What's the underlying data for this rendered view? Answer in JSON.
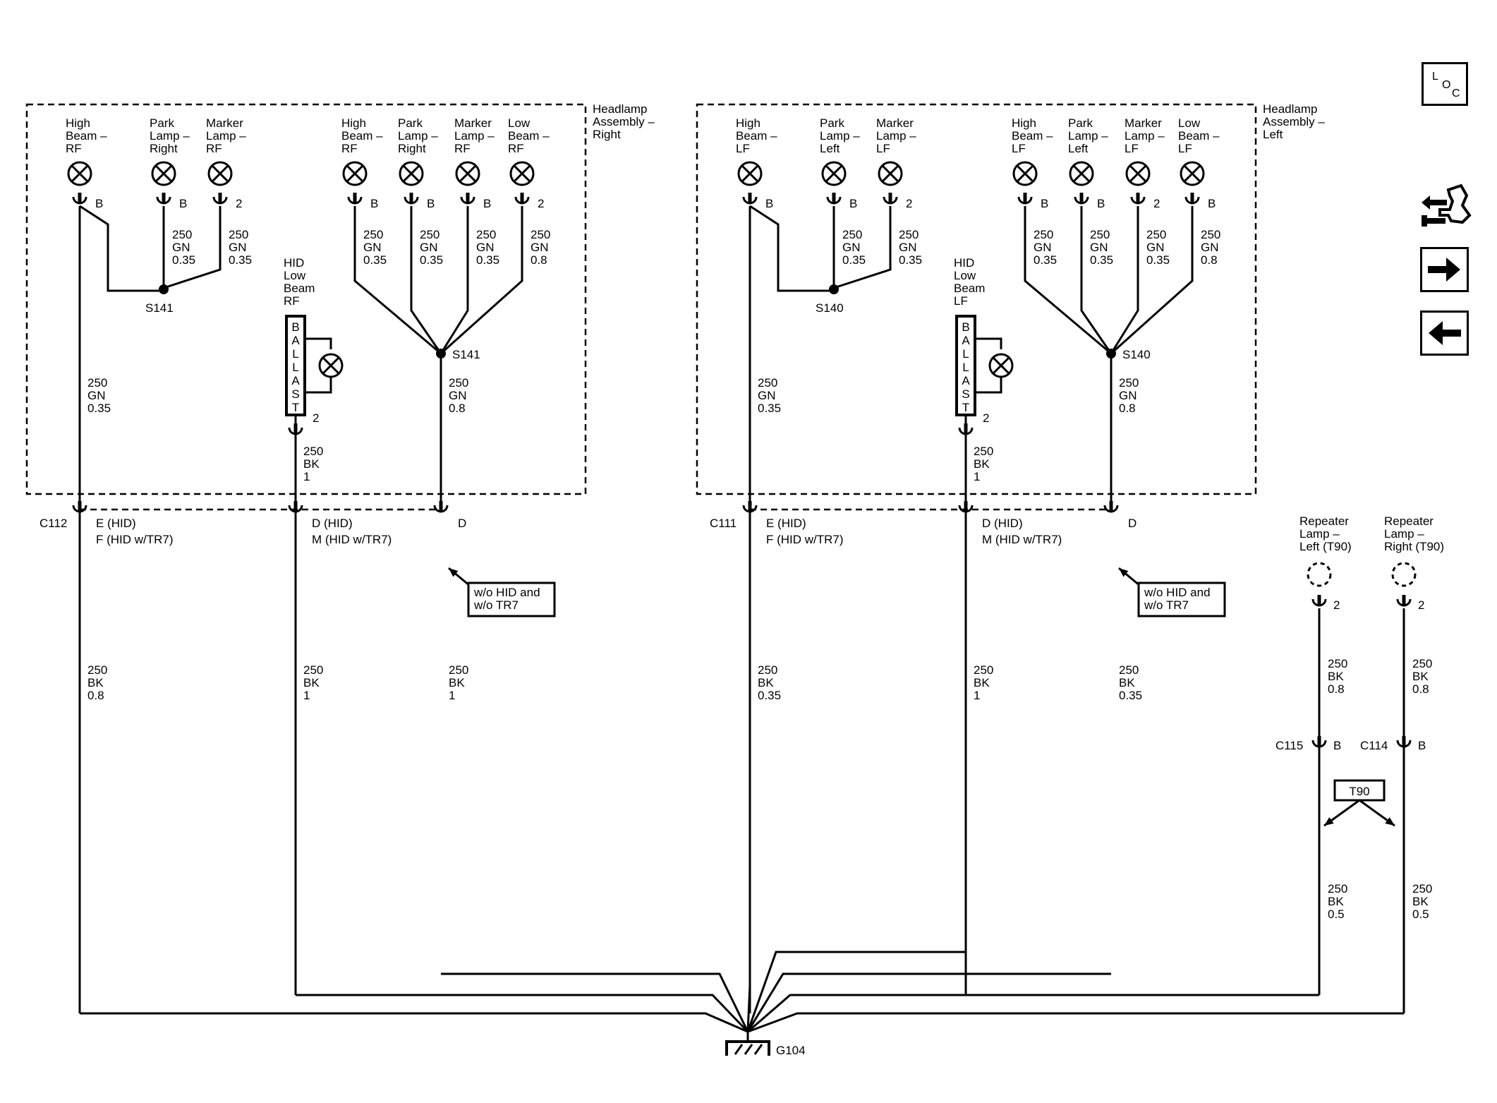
{
  "right_assembly": {
    "title": [
      "Headlamp",
      "Assembly –",
      "Right"
    ],
    "lamps": [
      {
        "label": [
          "High",
          "Beam –",
          "RF"
        ],
        "pin": "B",
        "wire": [
          "250",
          "GN",
          "0.35"
        ]
      },
      {
        "label": [
          "Park",
          "Lamp –",
          "Right"
        ],
        "pin": "B",
        "wire": [
          "250",
          "GN",
          "0.35"
        ]
      },
      {
        "label": [
          "Marker",
          "Lamp –",
          "RF"
        ],
        "pin": "2",
        "wire": [
          "250",
          "GN",
          "0.35"
        ]
      },
      {
        "label": [
          "High",
          "Beam –",
          "RF"
        ],
        "pin": "B",
        "wire": [
          "250",
          "GN",
          "0.35"
        ]
      },
      {
        "label": [
          "Park",
          "Lamp –",
          "Right"
        ],
        "pin": "B",
        "wire": [
          "250",
          "GN",
          "0.35"
        ]
      },
      {
        "label": [
          "Marker",
          "Lamp –",
          "RF"
        ],
        "pin": "B",
        "wire": [
          "250",
          "GN",
          "0.35"
        ]
      },
      {
        "label": [
          "Low",
          "Beam –",
          "RF"
        ],
        "pin": "2",
        "wire": [
          "250",
          "GN",
          "0.8"
        ]
      }
    ],
    "splice_a": "S141",
    "splice_b": "S141",
    "hid": {
      "label": [
        "HID",
        "Low",
        "Beam",
        "RF"
      ],
      "ballast": [
        "B",
        "A",
        "L",
        "L",
        "A",
        "S",
        "T"
      ],
      "pin": "2",
      "wire": [
        "250",
        "BK",
        "1"
      ]
    },
    "wire_left": [
      "250",
      "GN",
      "0.35"
    ],
    "wire_right": [
      "250",
      "GN",
      "0.8"
    ],
    "connector": "C112",
    "conn_pins_1": [
      "E (HID)",
      "F (HID w/TR7)"
    ],
    "conn_pins_2": [
      "D (HID)",
      "M (HID w/TR7)"
    ],
    "conn_pin_3": "D",
    "note": [
      "w/o HID and",
      "w/o TR7"
    ],
    "lower_wires": [
      [
        "250",
        "BK",
        "0.8"
      ],
      [
        "250",
        "BK",
        "1"
      ],
      [
        "250",
        "BK",
        "1"
      ]
    ]
  },
  "left_assembly": {
    "title": [
      "Headlamp",
      "Assembly –",
      "Left"
    ],
    "lamps": [
      {
        "label": [
          "High",
          "Beam –",
          "LF"
        ],
        "pin": "B",
        "wire": [
          "250",
          "GN",
          "0.35"
        ]
      },
      {
        "label": [
          "Park",
          "Lamp –",
          "Left"
        ],
        "pin": "B",
        "wire": [
          "250",
          "GN",
          "0.35"
        ]
      },
      {
        "label": [
          "Marker",
          "Lamp –",
          "LF"
        ],
        "pin": "2",
        "wire": [
          "250",
          "GN",
          "0.35"
        ]
      },
      {
        "label": [
          "High",
          "Beam –",
          "LF"
        ],
        "pin": "B",
        "wire": [
          "250",
          "GN",
          "0.35"
        ]
      },
      {
        "label": [
          "Park",
          "Lamp –",
          "Left"
        ],
        "pin": "B",
        "wire": [
          "250",
          "GN",
          "0.35"
        ]
      },
      {
        "label": [
          "Marker",
          "Lamp –",
          "LF"
        ],
        "pin": "2",
        "wire": [
          "250",
          "GN",
          "0.35"
        ]
      },
      {
        "label": [
          "Low",
          "Beam –",
          "LF"
        ],
        "pin": "B",
        "wire": [
          "250",
          "GN",
          "0.8"
        ]
      }
    ],
    "splice_a": "S140",
    "splice_b": "S140",
    "hid": {
      "label": [
        "HID",
        "Low",
        "Beam",
        "LF"
      ],
      "ballast": [
        "B",
        "A",
        "L",
        "L",
        "A",
        "S",
        "T"
      ],
      "pin": "2",
      "wire": [
        "250",
        "BK",
        "1"
      ]
    },
    "wire_left": [
      "250",
      "GN",
      "0.35"
    ],
    "wire_right": [
      "250",
      "GN",
      "0.8"
    ],
    "connector": "C111",
    "conn_pins_1": [
      "E (HID)",
      "F (HID w/TR7)"
    ],
    "conn_pins_2": [
      "D (HID)",
      "M (HID w/TR7)"
    ],
    "conn_pin_3": "D",
    "note": [
      "w/o HID and",
      "w/o TR7"
    ],
    "lower_wires": [
      [
        "250",
        "BK",
        "0.35"
      ],
      [
        "250",
        "BK",
        "1"
      ],
      [
        "250",
        "BK",
        "0.35"
      ]
    ]
  },
  "repeaters": [
    {
      "label": [
        "Repeater",
        "Lamp –",
        "Left (T90)"
      ],
      "pin": "2",
      "wire_top": [
        "250",
        "BK",
        "0.8"
      ],
      "connector": "C115",
      "conn_pin": "B",
      "wire_bottom": [
        "250",
        "BK",
        "0.5"
      ]
    },
    {
      "label": [
        "Repeater",
        "Lamp –",
        "Right (T90)"
      ],
      "pin": "2",
      "wire_top": [
        "250",
        "BK",
        "0.8"
      ],
      "connector": "C114",
      "conn_pin": "B",
      "wire_bottom": [
        "250",
        "BK",
        "0.5"
      ]
    }
  ],
  "option_tag": "T90",
  "ground": "G104",
  "nav": {
    "loc_icon_text": [
      "L",
      "O",
      "C"
    ],
    "icons": [
      "loc-icon",
      "connector-repair-icon",
      "forward-arrow-icon",
      "back-arrow-icon"
    ]
  }
}
